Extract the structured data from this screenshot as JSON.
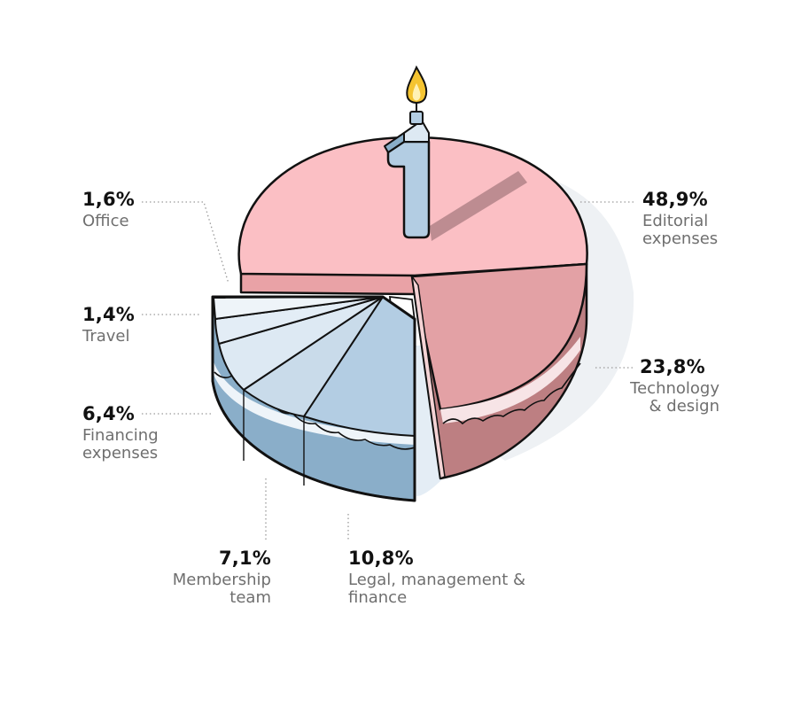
{
  "chart_data": {
    "type": "pie",
    "slices": [
      {
        "label": "Editorial expenses",
        "value": "48,9%",
        "number": 48.9
      },
      {
        "label": "Technology & design",
        "value": "23,8%",
        "number": 23.8
      },
      {
        "label": "Legal, management & finance",
        "value": "10,8%",
        "number": 10.8
      },
      {
        "label": "Membership team",
        "value": "7,1%",
        "number": 7.1
      },
      {
        "label": "Financing expenses",
        "value": "6,4%",
        "number": 6.4
      },
      {
        "label": "Travel",
        "value": "1,4%",
        "number": 1.4
      },
      {
        "label": "Office",
        "value": "1,6%",
        "number": 1.6
      }
    ],
    "candle_number": "1",
    "colors": {
      "editorial_top": "#fbbfc4",
      "editorial_side": "#e9a2a6",
      "tech_top": "#e3a1a5",
      "tech_side": "#bd7f82",
      "blue_top_dark": "#b3cde3",
      "blue_top_mid": "#c9dbea",
      "blue_top_light": "#dde9f3",
      "blue_side": "#8aaec9",
      "outline": "#111111",
      "flame": "#f5c431"
    }
  }
}
